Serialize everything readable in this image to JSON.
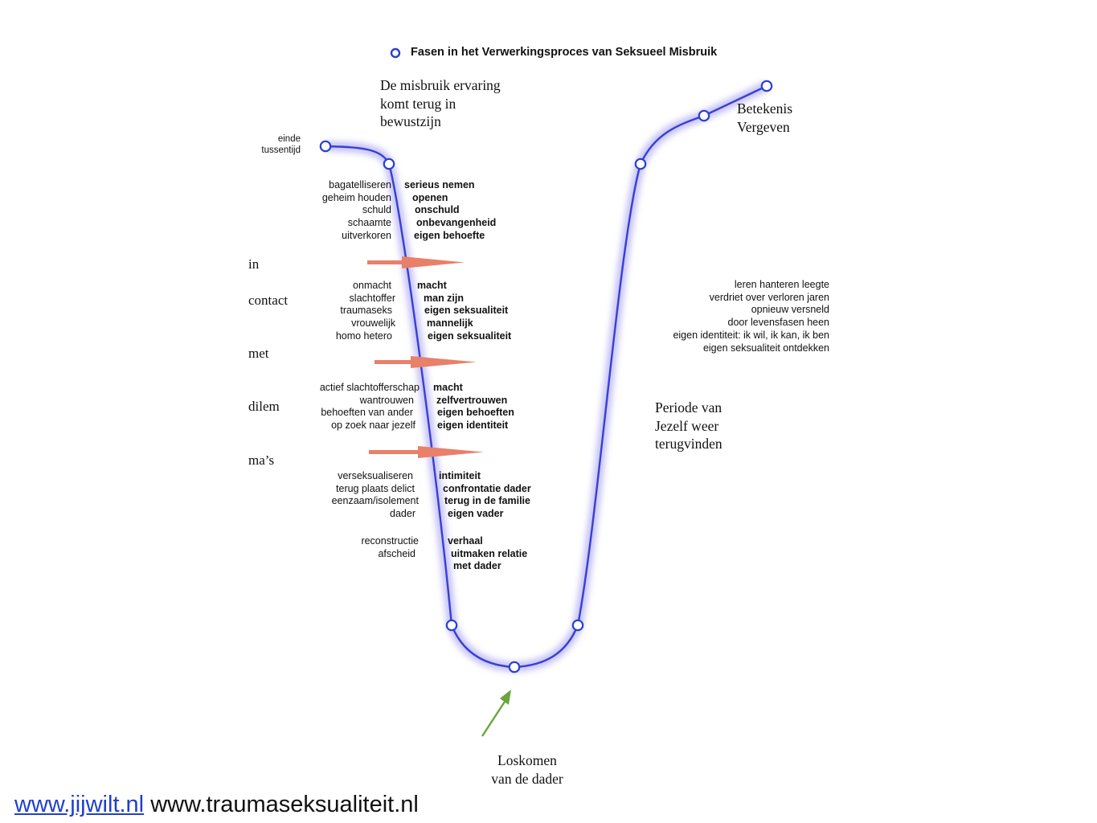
{
  "legend": {
    "title": "Fasen in het Verwerkingsproces van Seksueel Misbruik"
  },
  "labels": {
    "einde": [
      "einde",
      "tussentijd"
    ],
    "misbruik": [
      "De misbruik ervaring",
      "komt terug in",
      "bewustzijn"
    ],
    "betekenis": [
      "Betekenis",
      "Vergeven"
    ],
    "periode": [
      "Periode van",
      "Jezelf weer",
      "terugvinden"
    ],
    "loskomen": [
      "Loskomen",
      "van de dader"
    ]
  },
  "side_words": [
    "in",
    "contact",
    "met",
    "dilem",
    "ma’s"
  ],
  "groups": [
    {
      "left": [
        "bagatelliseren",
        "geheim houden",
        "schuld",
        "schaamte",
        "uitverkoren"
      ],
      "right": [
        "serieus nemen",
        "openen",
        "onschuld",
        "onbevangenheid",
        "eigen behoefte"
      ]
    },
    {
      "left": [
        "onmacht",
        "slachtoffer",
        "traumaseks",
        "vrouwelijk",
        "homo hetero"
      ],
      "right": [
        "macht",
        "man zijn",
        "eigen seksualiteit",
        "mannelijk",
        "eigen seksualiteit"
      ]
    },
    {
      "left": [
        "actief slachtofferschap",
        "wantrouwen",
        "behoeften van ander",
        "op zoek naar jezelf"
      ],
      "right": [
        "macht",
        "zelfvertrouwen",
        "eigen behoeften",
        "eigen identiteit"
      ]
    },
    {
      "left": [
        "verseksualiseren",
        "terug plaats delict",
        "eenzaam/isolement",
        "dader"
      ],
      "right": [
        "intimiteit",
        "confrontatie dader",
        "terug in de familie",
        "eigen vader"
      ]
    },
    {
      "left": [
        "reconstructie",
        "afscheid"
      ],
      "right": [
        "verhaal",
        "uitmaken relatie",
        "met dader"
      ]
    }
  ],
  "right_block": [
    "leren hanteren leegte",
    "verdriet over verloren jaren",
    "opnieuw versneld",
    "door levensfasen heen",
    "eigen identiteit: ik wil, ik kan, ik ben",
    "eigen seksualiteit ontdekken"
  ],
  "footer": {
    "link": "www.jijwilt.nl",
    "text": " www.traumaseksualiteit.nl"
  },
  "colors": {
    "curve": "#3a3fd0",
    "glow": "#a9a6f2",
    "arrow": "#e8806a",
    "green_arrow": "#6aa53e",
    "link": "#1f3fcf"
  }
}
